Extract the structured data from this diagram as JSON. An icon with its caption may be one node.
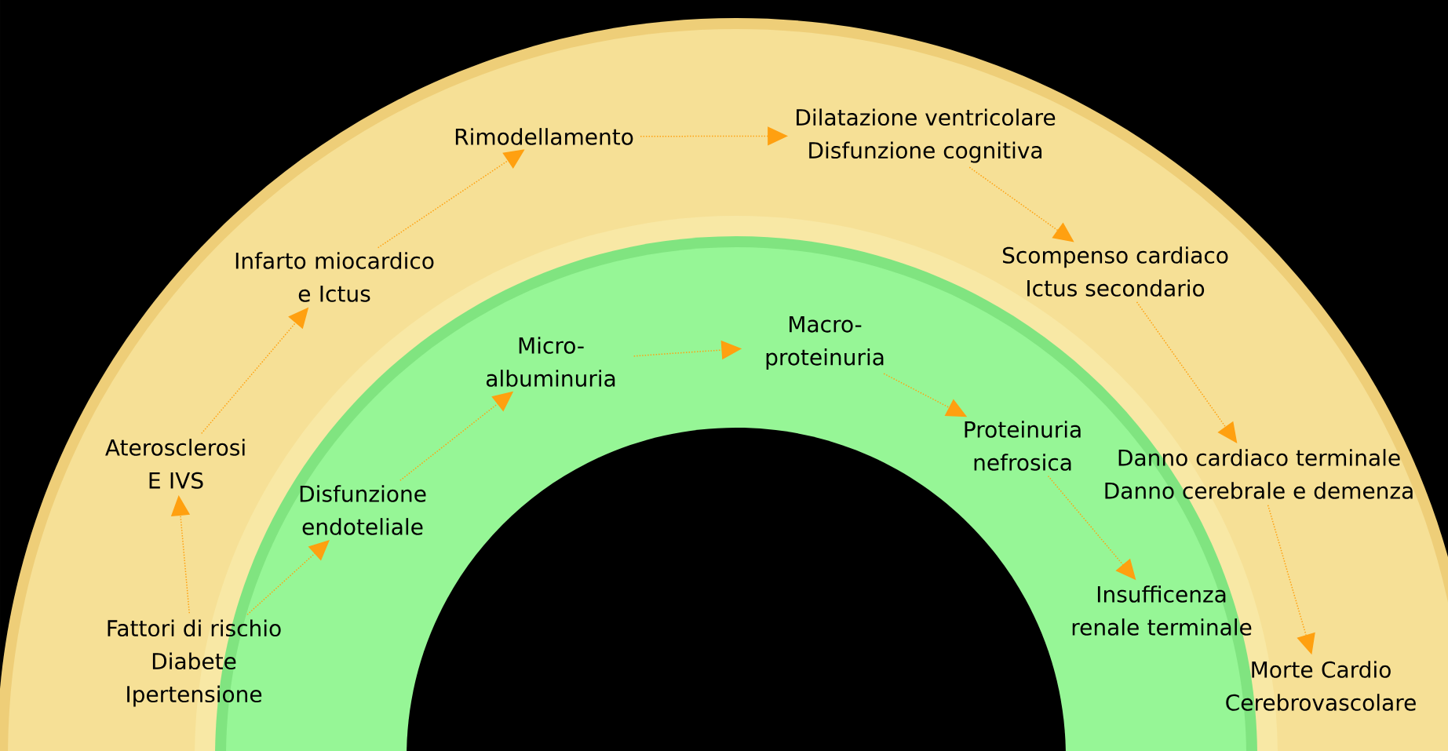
{
  "diagram": {
    "nodes": [
      {
        "text": [
          "Fattori di rischio",
          "Diabete",
          "Ipertensione"
        ]
      },
      {
        "text": [
          "Aterosclerosi E IVS"
        ]
      },
      {
        "text": [
          "Infarto miocardico e Ictus"
        ]
      },
      {
        "text": [
          "Rimodellamento"
        ]
      },
      {
        "text": [
          "Dilatazione ventricolare",
          "Disfunzione cognitiva"
        ]
      },
      {
        "text": [
          "Scompenso cardiaco",
          "Ictus secondario"
        ]
      },
      {
        "text": [
          "Danno cardiaco terminale",
          "Danno cerebrale e demenza"
        ]
      },
      {
        "text": [
          "Morte Cardio Cerebrovascolare"
        ]
      },
      {
        "text": [
          "Disfunzione endoteliale"
        ]
      },
      {
        "text": [
          "Micro-albuminuria"
        ]
      },
      {
        "text": [
          "Macro-proteinuria"
        ]
      },
      {
        "text": [
          "Proteinuria nefrosica"
        ]
      },
      {
        "text": [
          "Insufficenza renale terminale"
        ]
      }
    ],
    "edges": [
      {
        "from": 0,
        "to": 1,
        "arrow": "to"
      },
      {
        "from": 1,
        "to": 2,
        "arrow": "to"
      },
      {
        "from": 2,
        "to": 3,
        "arrow": "to"
      },
      {
        "from": 3,
        "to": 4,
        "arrow": "to"
      },
      {
        "from": 4,
        "to": 5,
        "arrow": "to"
      },
      {
        "from": 5,
        "to": 6,
        "arrow": "to"
      },
      {
        "from": 6,
        "to": 7,
        "arrow": "to"
      },
      {
        "from": 0,
        "to": 8,
        "arrow": "to"
      },
      {
        "from": 8,
        "to": 9,
        "arrow": "to"
      },
      {
        "from": 9,
        "to": 10,
        "arrow": "to"
      },
      {
        "from": 10,
        "to": 11,
        "arrow": "to"
      },
      {
        "from": 11,
        "to": 12,
        "arrow": "to"
      }
    ]
  }
}
